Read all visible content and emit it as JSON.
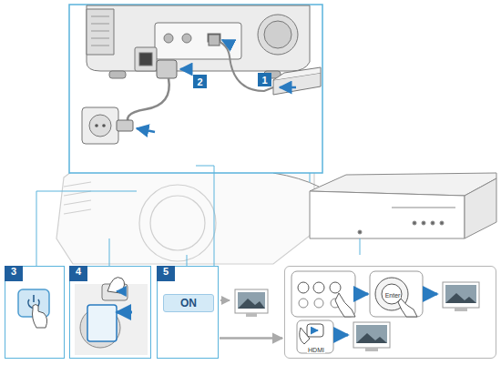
{
  "diagram": {
    "nodes": [
      {
        "text": [
          "1"
        ]
      },
      {
        "text": [
          "2"
        ]
      },
      {
        "text": [
          "3"
        ]
      },
      {
        "text": [
          "4"
        ]
      },
      {
        "text": [
          "5"
        ]
      },
      {
        "text": [
          "ON"
        ],
        "in": 4
      },
      {
        "text": [
          "Enter",
          "HDMI"
        ]
      }
    ],
    "edges": [
      {
        "from": 4,
        "to": 6,
        "arrow": "to"
      }
    ]
  }
}
